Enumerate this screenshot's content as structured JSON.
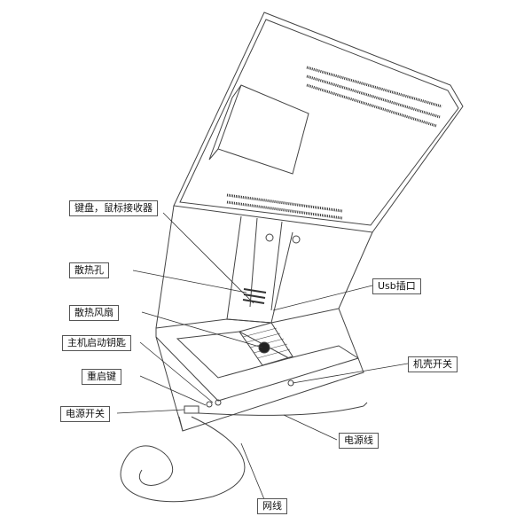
{
  "callouts": {
    "keyboard_mouse_receiver": "键盘，鼠标接收器",
    "vent_holes": "散热孔",
    "cooling_fan": "散热风扇",
    "main_start_key": "主机启动钥匙",
    "restart_key": "重启键",
    "power_switch": "电源开关",
    "usb_port": "Usb插口",
    "case_switch": "机壳开关",
    "power_cable": "电源线",
    "network_cable": "网线"
  }
}
